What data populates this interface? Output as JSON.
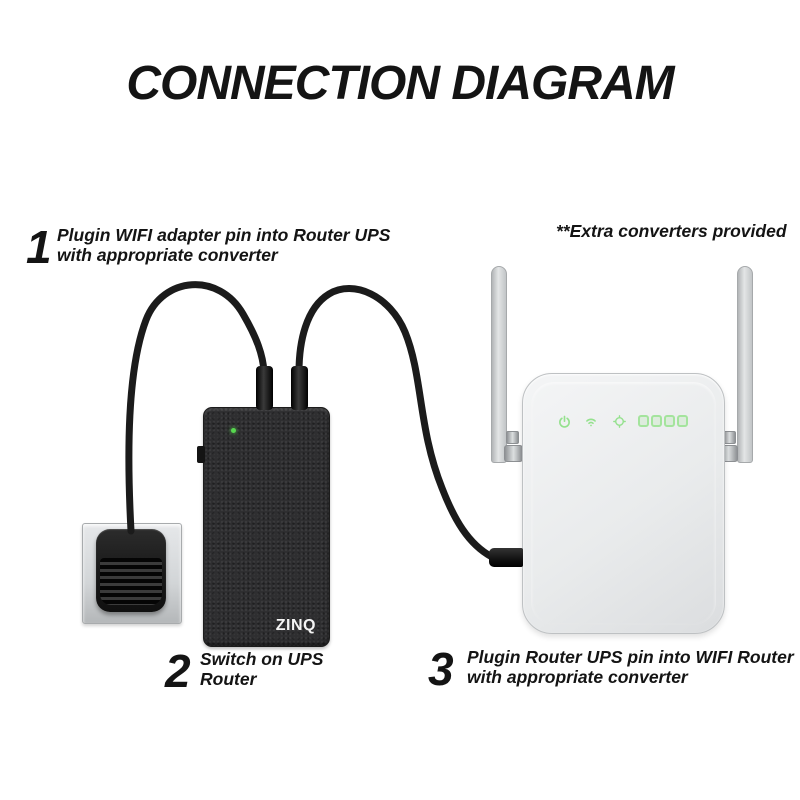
{
  "title": "CONNECTION DIAGRAM",
  "note": "**Extra converters provided",
  "steps": [
    {
      "number": "1",
      "line1": "Plugin WIFI adapter pin into Router UPS",
      "line2": "with appropriate converter"
    },
    {
      "number": "2",
      "line1": "Switch on UPS",
      "line2": "Router"
    },
    {
      "number": "3",
      "line1": "Plugin Router UPS pin into WIFI Router",
      "line2": "with appropriate converter"
    }
  ],
  "ups": {
    "brand": "ZINQ",
    "indicators": [
      "power-led"
    ]
  },
  "router": {
    "indicators": [
      "power-icon",
      "wifi-icon",
      "wps-icon",
      "lan-indicator-1",
      "lan-indicator-2",
      "lan-indicator-3",
      "lan-indicator-4"
    ]
  },
  "wall_socket": {
    "parts": [
      "wall-plate",
      "power-adapter"
    ]
  },
  "colors": {
    "background": "#ffffff",
    "text": "#141414",
    "cable": "#1b1b1b",
    "ups_body": "#2e2e30",
    "ups_led_green": "#57d84f",
    "router_body": "#e9ebec",
    "router_led_green": "#95e18e",
    "antenna_gray": "#d2d5d7",
    "wall_plate_gray": "#cdd0d2"
  }
}
